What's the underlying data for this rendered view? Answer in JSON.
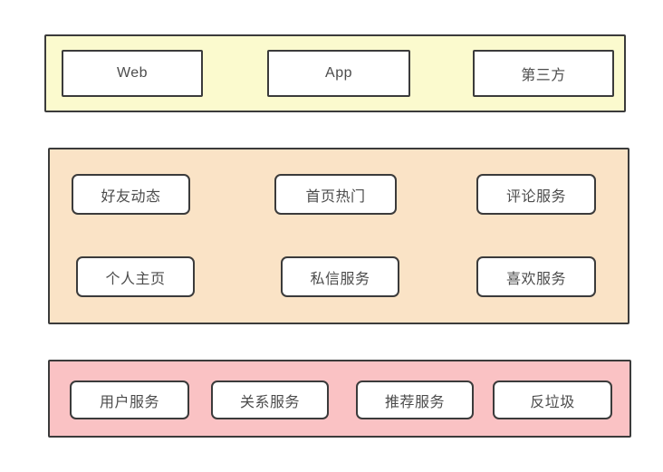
{
  "page": {
    "background_color": "#ffffff",
    "border_color": "#3b3b3b",
    "text_color": "#4c4c4c",
    "node_fill": "#ffffff"
  },
  "diagram": {
    "layers": [
      {
        "name": "client-layer",
        "color": "#fbface",
        "boxes": [
          {
            "label": "Web"
          },
          {
            "label": "App"
          },
          {
            "label": "第三方"
          }
        ]
      },
      {
        "name": "business-service-layer",
        "color": "#fae3c6",
        "rows": [
          [
            {
              "label": "好友动态"
            },
            {
              "label": "首页热门"
            },
            {
              "label": "评论服务"
            }
          ],
          [
            {
              "label": "个人主页"
            },
            {
              "label": "私信服务"
            },
            {
              "label": "喜欢服务"
            }
          ]
        ]
      },
      {
        "name": "platform-service-layer",
        "color": "#fac2c4",
        "boxes": [
          {
            "label": "用户服务"
          },
          {
            "label": "关系服务"
          },
          {
            "label": "推荐服务"
          },
          {
            "label": "反垃圾"
          }
        ]
      }
    ]
  }
}
